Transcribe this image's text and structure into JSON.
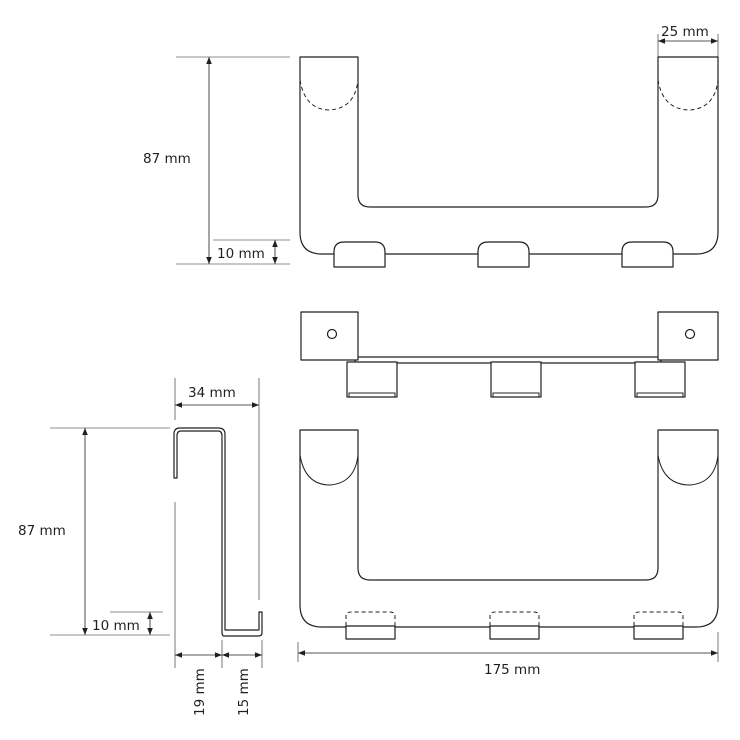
{
  "dimensions": {
    "top_height": "87 mm",
    "top_base_height": "10 mm",
    "top_hook_width": "25 mm",
    "side_depth": "34 mm",
    "side_height": "87 mm",
    "side_base_height": "10 mm",
    "side_bottom_left": "19 mm",
    "side_bottom_right": "15 mm",
    "overall_width": "175 mm"
  },
  "colors": {
    "line": "#231f20",
    "background": "#ffffff"
  }
}
